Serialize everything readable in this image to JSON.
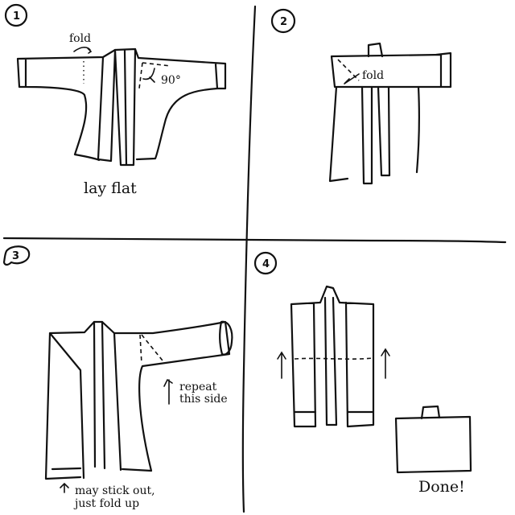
{
  "steps": [
    {
      "number": "1",
      "labels": {
        "fold": "fold",
        "angle": "90°",
        "caption": "lay flat"
      }
    },
    {
      "number": "2",
      "labels": {
        "fold": "fold"
      }
    },
    {
      "number": "3",
      "labels": {
        "repeat_line1": "repeat",
        "repeat_line2": "this side",
        "note_line1": "may stick out,",
        "note_line2": "just fold up"
      }
    },
    {
      "number": "4",
      "labels": {
        "caption": "Done!"
      }
    }
  ]
}
